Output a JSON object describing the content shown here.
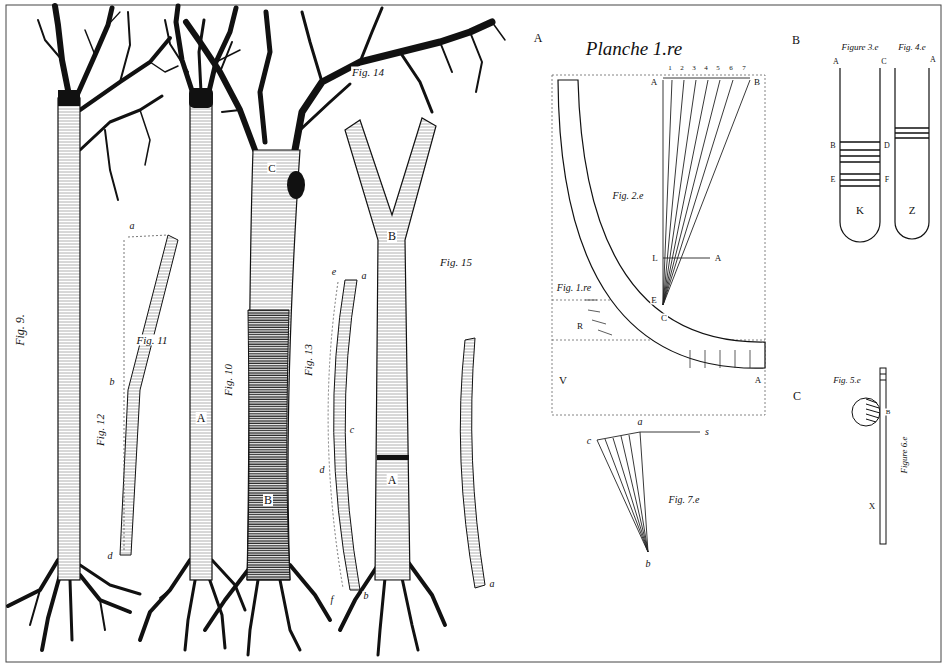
{
  "diagram": {
    "labels": [
      "Fig. 9.",
      "Fig. 12",
      "a",
      "b",
      "d",
      "Fig. 11",
      "A",
      "Fig. 10",
      "C",
      "B",
      "Fig. 13",
      "e",
      "a",
      "d",
      "c",
      "b",
      "f",
      "Fig. 14",
      "B",
      "A",
      "Fig. 15",
      "a",
      "A",
      "Planche 1.re",
      "1",
      "2",
      "3",
      "4",
      "5",
      "6",
      "7",
      "A",
      "B",
      "Fig. 2.e",
      "L",
      "A",
      "E",
      "C",
      "R",
      "Fig. 1.re",
      "V",
      "A",
      "c",
      "a",
      "s",
      "b",
      "Fig. 7.e",
      "B",
      "Figure 3.e",
      "Fig. 4.e",
      "A",
      "C",
      "B",
      "D",
      "E",
      "F",
      "K",
      "Z",
      "A",
      "C",
      "Fig. 5.e",
      "B",
      "Figure 6.e",
      "X"
    ]
  }
}
